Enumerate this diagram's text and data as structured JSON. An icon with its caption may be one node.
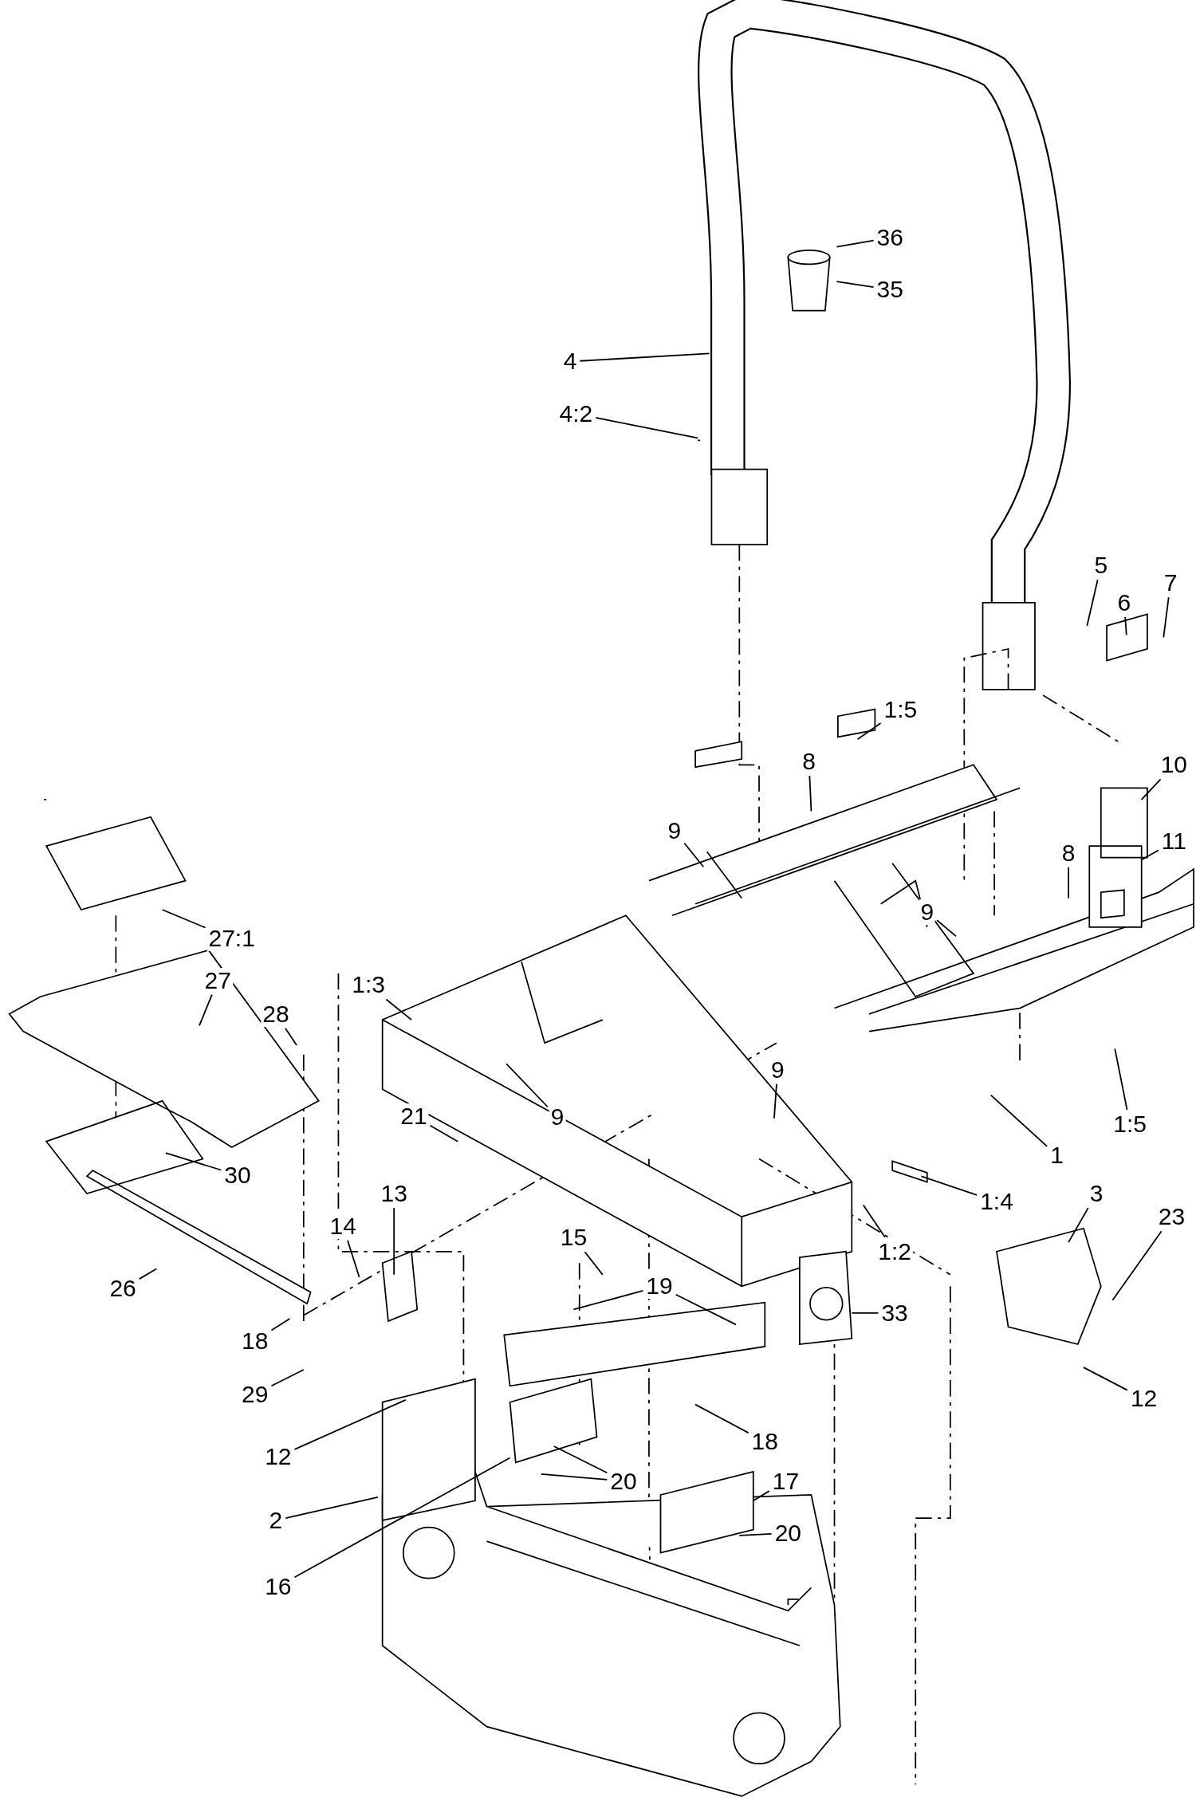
{
  "diagram": {
    "nodes": [
      {
        "text": [
          "36"
        ]
      },
      {
        "text": [
          "35"
        ]
      },
      {
        "text": [
          "4"
        ]
      },
      {
        "text": [
          "4:2"
        ]
      },
      {
        "text": [
          "5"
        ]
      },
      {
        "text": [
          "7"
        ]
      },
      {
        "text": [
          "6"
        ]
      },
      {
        "text": [
          "1:5"
        ]
      },
      {
        "text": [
          "8"
        ]
      },
      {
        "text": [
          "10"
        ]
      },
      {
        "text": [
          "9"
        ]
      },
      {
        "text": [
          "11"
        ]
      },
      {
        "text": [
          "8"
        ]
      },
      {
        "text": [
          "9"
        ]
      },
      {
        "text": [
          "27:1"
        ]
      },
      {
        "text": [
          "27"
        ]
      },
      {
        "text": [
          "1:3"
        ]
      },
      {
        "text": [
          "28"
        ]
      },
      {
        "text": [
          "9"
        ]
      },
      {
        "text": [
          "9"
        ]
      },
      {
        "text": [
          "21"
        ]
      },
      {
        "text": [
          "1:5"
        ]
      },
      {
        "text": [
          "1"
        ]
      },
      {
        "text": [
          "30"
        ]
      },
      {
        "text": [
          "3"
        ]
      },
      {
        "text": [
          "13"
        ]
      },
      {
        "text": [
          "1:4"
        ]
      },
      {
        "text": [
          "23"
        ]
      },
      {
        "text": [
          "14"
        ]
      },
      {
        "text": [
          "15"
        ]
      },
      {
        "text": [
          "1:2"
        ]
      },
      {
        "text": [
          "26"
        ]
      },
      {
        "text": [
          "19"
        ]
      },
      {
        "text": [
          "33"
        ]
      },
      {
        "text": [
          "18"
        ]
      },
      {
        "text": [
          "29"
        ]
      },
      {
        "text": [
          "12"
        ]
      },
      {
        "text": [
          "18"
        ]
      },
      {
        "text": [
          "12"
        ]
      },
      {
        "text": [
          "20"
        ]
      },
      {
        "text": [
          "17"
        ]
      },
      {
        "text": [
          "2"
        ]
      },
      {
        "text": [
          "20"
        ]
      },
      {
        "text": [
          "16"
        ]
      }
    ],
    "edges": [
      {
        "from": 0,
        "to": null,
        "arrow": "none"
      },
      {
        "from": 1,
        "to": null,
        "arrow": "none"
      },
      {
        "from": 2,
        "to": null,
        "arrow": "none"
      },
      {
        "from": 3,
        "to": null,
        "arrow": "none"
      },
      {
        "from": 4,
        "to": null,
        "arrow": "none"
      },
      {
        "from": 5,
        "to": null,
        "arrow": "none"
      },
      {
        "from": 6,
        "to": null,
        "arrow": "none"
      },
      {
        "from": 7,
        "to": null,
        "arrow": "none"
      },
      {
        "from": 8,
        "to": null,
        "arrow": "none"
      },
      {
        "from": 9,
        "to": null,
        "arrow": "none"
      },
      {
        "from": 10,
        "to": null,
        "arrow": "none"
      },
      {
        "from": 11,
        "to": null,
        "arrow": "none"
      },
      {
        "from": 12,
        "to": null,
        "arrow": "none"
      },
      {
        "from": 13,
        "to": null,
        "arrow": "none"
      },
      {
        "from": 14,
        "to": null,
        "arrow": "none"
      },
      {
        "from": 15,
        "to": null,
        "arrow": "none"
      },
      {
        "from": 16,
        "to": null,
        "arrow": "none"
      },
      {
        "from": 17,
        "to": null,
        "arrow": "none"
      },
      {
        "from": 18,
        "to": null,
        "arrow": "none"
      },
      {
        "from": 19,
        "to": null,
        "arrow": "none"
      },
      {
        "from": 20,
        "to": null,
        "arrow": "none"
      },
      {
        "from": 21,
        "to": null,
        "arrow": "none"
      },
      {
        "from": 22,
        "to": null,
        "arrow": "none"
      },
      {
        "from": 23,
        "to": null,
        "arrow": "none"
      },
      {
        "from": 24,
        "to": null,
        "arrow": "none"
      },
      {
        "from": 25,
        "to": null,
        "arrow": "none"
      },
      {
        "from": 26,
        "to": null,
        "arrow": "none"
      },
      {
        "from": 27,
        "to": null,
        "arrow": "none"
      },
      {
        "from": 28,
        "to": null,
        "arrow": "none"
      },
      {
        "from": 29,
        "to": null,
        "arrow": "none"
      },
      {
        "from": 30,
        "to": null,
        "arrow": "none"
      },
      {
        "from": 31,
        "to": null,
        "arrow": "none"
      },
      {
        "from": 32,
        "to": null,
        "arrow": "none"
      },
      {
        "from": 32,
        "to": null,
        "arrow": "none"
      },
      {
        "from": 33,
        "to": null,
        "arrow": "none"
      },
      {
        "from": 34,
        "to": null,
        "arrow": "none"
      },
      {
        "from": 35,
        "to": null,
        "arrow": "none"
      },
      {
        "from": 36,
        "to": null,
        "arrow": "none"
      },
      {
        "from": 37,
        "to": null,
        "arrow": "none"
      },
      {
        "from": 38,
        "to": null,
        "arrow": "none"
      },
      {
        "from": 39,
        "to": null,
        "arrow": "none"
      },
      {
        "from": 39,
        "to": null,
        "arrow": "none"
      },
      {
        "from": 40,
        "to": null,
        "arrow": "none"
      },
      {
        "from": 41,
        "to": null,
        "arrow": "none"
      },
      {
        "from": 42,
        "to": null,
        "arrow": "none"
      },
      {
        "from": 43,
        "to": null,
        "arrow": "none"
      }
    ]
  }
}
